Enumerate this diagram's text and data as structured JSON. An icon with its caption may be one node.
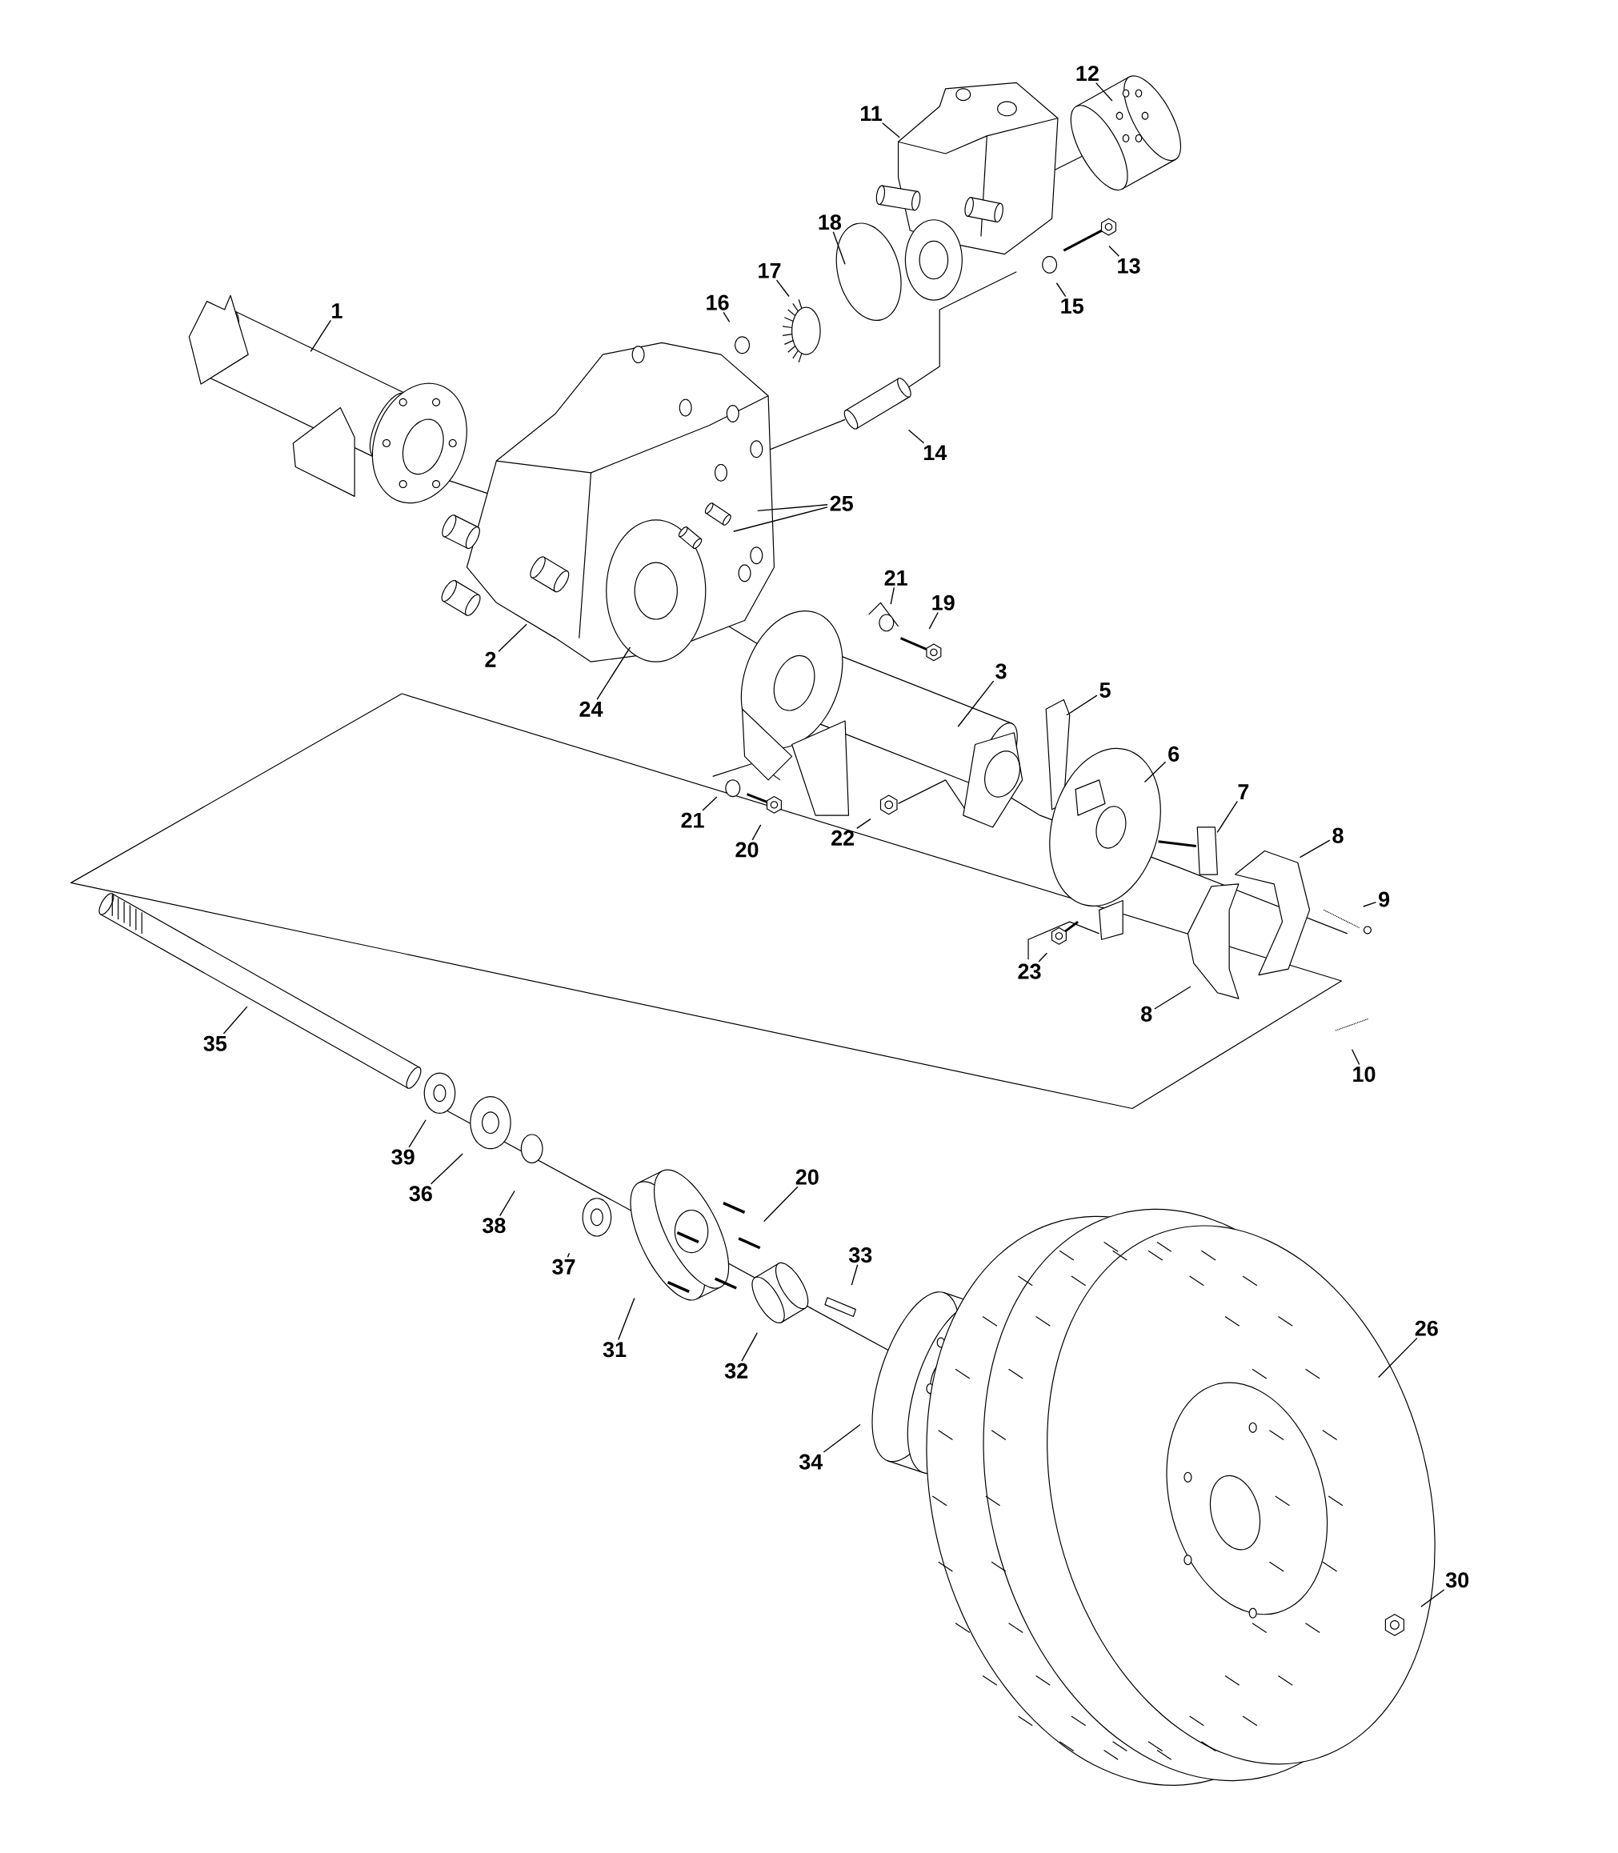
{
  "diagram": {
    "nodes": [
      {
        "text": [
          "12"
        ]
      },
      {
        "text": [
          "11"
        ]
      },
      {
        "text": [
          "18"
        ]
      },
      {
        "text": [
          "13"
        ]
      },
      {
        "text": [
          "17"
        ]
      },
      {
        "text": [
          "16"
        ]
      },
      {
        "text": [
          "15"
        ]
      },
      {
        "text": [
          "1"
        ]
      },
      {
        "text": [
          "14"
        ]
      },
      {
        "text": [
          "25"
        ]
      },
      {
        "text": [
          "21"
        ]
      },
      {
        "text": [
          "19"
        ]
      },
      {
        "text": [
          "2"
        ]
      },
      {
        "text": [
          "3"
        ]
      },
      {
        "text": [
          "5"
        ]
      },
      {
        "text": [
          "24"
        ]
      },
      {
        "text": [
          "6"
        ]
      },
      {
        "text": [
          "7"
        ]
      },
      {
        "text": [
          "21"
        ]
      },
      {
        "text": [
          "8"
        ]
      },
      {
        "text": [
          "22"
        ]
      },
      {
        "text": [
          "20"
        ]
      },
      {
        "text": [
          "9"
        ]
      },
      {
        "text": [
          "23"
        ]
      },
      {
        "text": [
          "8"
        ]
      },
      {
        "text": [
          "35"
        ]
      },
      {
        "text": [
          "10"
        ]
      },
      {
        "text": [
          "39"
        ]
      },
      {
        "text": [
          "20"
        ]
      },
      {
        "text": [
          "36"
        ]
      },
      {
        "text": [
          "38"
        ]
      },
      {
        "text": [
          "33"
        ]
      },
      {
        "text": [
          "37"
        ]
      },
      {
        "text": [
          "26"
        ]
      },
      {
        "text": [
          "31"
        ]
      },
      {
        "text": [
          "32"
        ]
      },
      {
        "text": [
          "34"
        ]
      },
      {
        "text": [
          "30"
        ]
      }
    ],
    "edges": [
      {
        "from": 0,
        "to": null,
        "arrow": "none"
      },
      {
        "from": 1,
        "to": null,
        "arrow": "none"
      },
      {
        "from": 2,
        "to": null,
        "arrow": "none"
      },
      {
        "from": 3,
        "to": null,
        "arrow": "none"
      },
      {
        "from": 4,
        "to": null,
        "arrow": "none"
      },
      {
        "from": 5,
        "to": null,
        "arrow": "none"
      },
      {
        "from": 6,
        "to": null,
        "arrow": "none"
      },
      {
        "from": 7,
        "to": null,
        "arrow": "none"
      },
      {
        "from": 8,
        "to": null,
        "arrow": "none"
      },
      {
        "from": 9,
        "to": null,
        "arrow": "none"
      },
      {
        "from": 9,
        "to": null,
        "arrow": "none"
      },
      {
        "from": 10,
        "to": null,
        "arrow": "none"
      },
      {
        "from": 11,
        "to": null,
        "arrow": "none"
      },
      {
        "from": 12,
        "to": null,
        "arrow": "none"
      },
      {
        "from": 13,
        "to": null,
        "arrow": "none"
      },
      {
        "from": 14,
        "to": null,
        "arrow": "none"
      },
      {
        "from": 15,
        "to": null,
        "arrow": "none"
      },
      {
        "from": 16,
        "to": null,
        "arrow": "none"
      },
      {
        "from": 17,
        "to": null,
        "arrow": "none"
      },
      {
        "from": 18,
        "to": null,
        "arrow": "none"
      },
      {
        "from": 19,
        "to": null,
        "arrow": "none"
      },
      {
        "from": 20,
        "to": null,
        "arrow": "none"
      },
      {
        "from": 21,
        "to": null,
        "arrow": "none"
      },
      {
        "from": 22,
        "to": null,
        "arrow": "none"
      },
      {
        "from": 23,
        "to": null,
        "arrow": "none"
      },
      {
        "from": 24,
        "to": null,
        "arrow": "none"
      },
      {
        "from": 25,
        "to": null,
        "arrow": "none"
      },
      {
        "from": 26,
        "to": null,
        "arrow": "none"
      },
      {
        "from": 27,
        "to": null,
        "arrow": "none"
      },
      {
        "from": 28,
        "to": null,
        "arrow": "none"
      },
      {
        "from": 29,
        "to": null,
        "arrow": "none"
      },
      {
        "from": 30,
        "to": null,
        "arrow": "none"
      },
      {
        "from": 31,
        "to": null,
        "arrow": "none"
      },
      {
        "from": 32,
        "to": null,
        "arrow": "none"
      },
      {
        "from": 33,
        "to": null,
        "arrow": "none"
      },
      {
        "from": 34,
        "to": null,
        "arrow": "none"
      },
      {
        "from": 35,
        "to": null,
        "arrow": "none"
      },
      {
        "from": 36,
        "to": null,
        "arrow": "none"
      },
      {
        "from": 37,
        "to": null,
        "arrow": "none"
      }
    ]
  }
}
